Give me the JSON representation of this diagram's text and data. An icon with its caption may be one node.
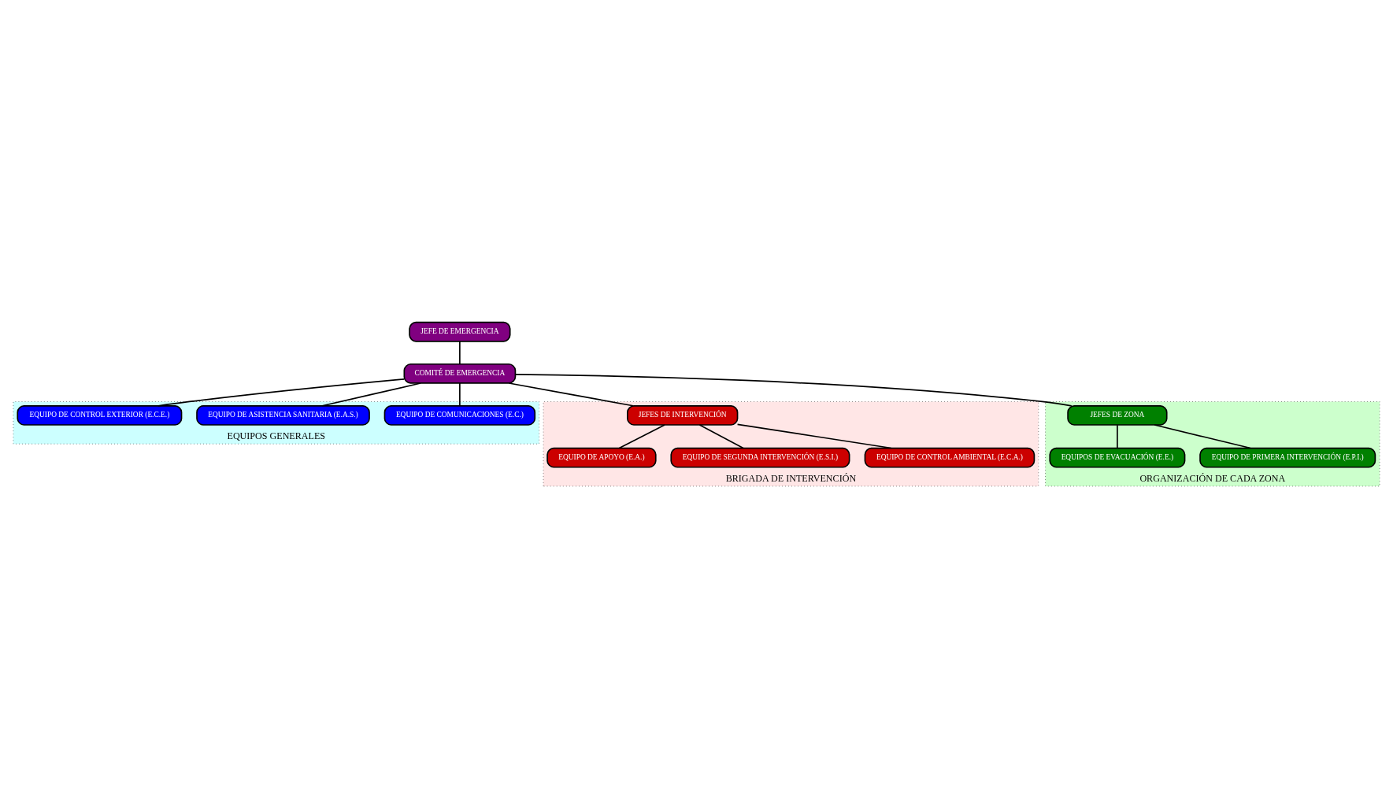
{
  "diagram": {
    "nodes": [
      {
        "text": [
          "JEFE DE EMERGENCIA"
        ]
      },
      {
        "text": [
          "COMITÉ DE EMERGENCIA"
        ]
      },
      {
        "text": [
          "EQUIPOS GENERALES"
        ]
      },
      {
        "text": [
          "EQUIPO DE COMUNICACIONES (E.C.)"
        ],
        "in": 2
      },
      {
        "text": [
          "EQUIPO DE ASISTENCIA SANITARIA (E.A.S.)"
        ],
        "in": 2
      },
      {
        "text": [
          "EQUIPO DE CONTROL EXTERIOR (E.C.E.)"
        ],
        "in": 2
      },
      {
        "text": [
          "BRIGADA DE INTERVENCIÓN"
        ]
      },
      {
        "text": [
          "JEFES DE INTERVENCIÓN"
        ],
        "in": 6
      },
      {
        "text": [
          "EQUIPO DE APOYO (E.A.)"
        ],
        "in": 6
      },
      {
        "text": [
          "EQUIPO DE SEGUNDA INTERVENCIÓN (E.S.I.)"
        ],
        "in": 6
      },
      {
        "text": [
          "EQUIPO DE CONTROL AMBIENTAL (E.C.A.)"
        ],
        "in": 6
      },
      {
        "text": [
          "ORGANIZACIÓN DE CADA ZONA"
        ]
      },
      {
        "text": [
          "JEFES DE ZONA"
        ],
        "in": 11
      },
      {
        "text": [
          "EQUIPOS DE EVACUACIÓN (E.E.)"
        ],
        "in": 11
      },
      {
        "text": [
          "EQUIPO DE PRIMERA INTERVENCIÓN (E.P.I.)"
        ],
        "in": 11
      }
    ],
    "edges": [
      {
        "from": 0,
        "to": 1,
        "arrow": "none"
      },
      {
        "from": 1,
        "to": 3,
        "arrow": "none"
      },
      {
        "from": 1,
        "to": 4,
        "arrow": "none"
      },
      {
        "from": 1,
        "to": 5,
        "arrow": "none"
      },
      {
        "from": 1,
        "to": 7,
        "arrow": "none"
      },
      {
        "from": 7,
        "to": 8,
        "arrow": "none"
      },
      {
        "from": 7,
        "to": 9,
        "arrow": "none"
      },
      {
        "from": 7,
        "to": 10,
        "arrow": "none"
      },
      {
        "from": 1,
        "to": 12,
        "arrow": "none"
      },
      {
        "from": 12,
        "to": 13,
        "arrow": "none"
      },
      {
        "from": 12,
        "to": 14,
        "arrow": "none"
      }
    ]
  }
}
